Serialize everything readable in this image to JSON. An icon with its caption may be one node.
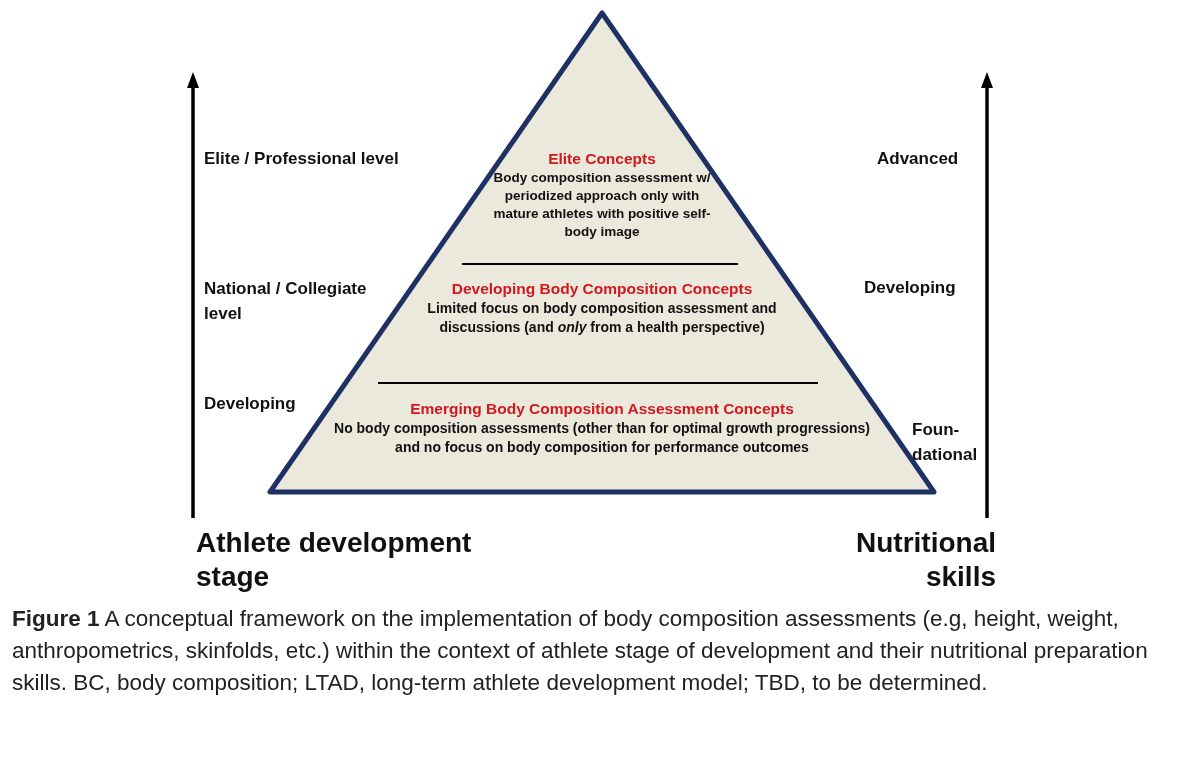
{
  "diagram": {
    "caption": "**Figure 1** A conceptual framework on the implementation of body composition assessments (e.g, height, weight, anthropometrics, skinfolds, etc.) within the context of athlete stage of development and their nutritional preparation skills. BC, body composition; LTAD, long-term athlete development model; TBD, to be determined.",
    "nodes": [
      {
        "text": [],
        "shape": "triangle"
      },
      {
        "text": [
          "Elite Concepts",
          "Body composition assessment w/ periodized approach only with mature athletes with positive self-body image"
        ],
        "in": 0
      },
      {
        "text": [
          "Developing Body Composition Concepts",
          "Limited focus on body composition assessment and discussions (and *only* from a health perspective)"
        ],
        "in": 0
      },
      {
        "text": [
          "Emerging Body Composition Assessment Concepts",
          "No body composition assessments (other than for optimal growth progressions) and no focus on body composition for performance outcomes"
        ],
        "in": 0
      }
    ],
    "edges": [],
    "labels": [
      "Elite / Professional level",
      "Advanced",
      "National / Collegiate level",
      "Developing",
      "Developing",
      "Foun-dational",
      "Athlete development stage",
      "Nutritional skills"
    ]
  }
}
